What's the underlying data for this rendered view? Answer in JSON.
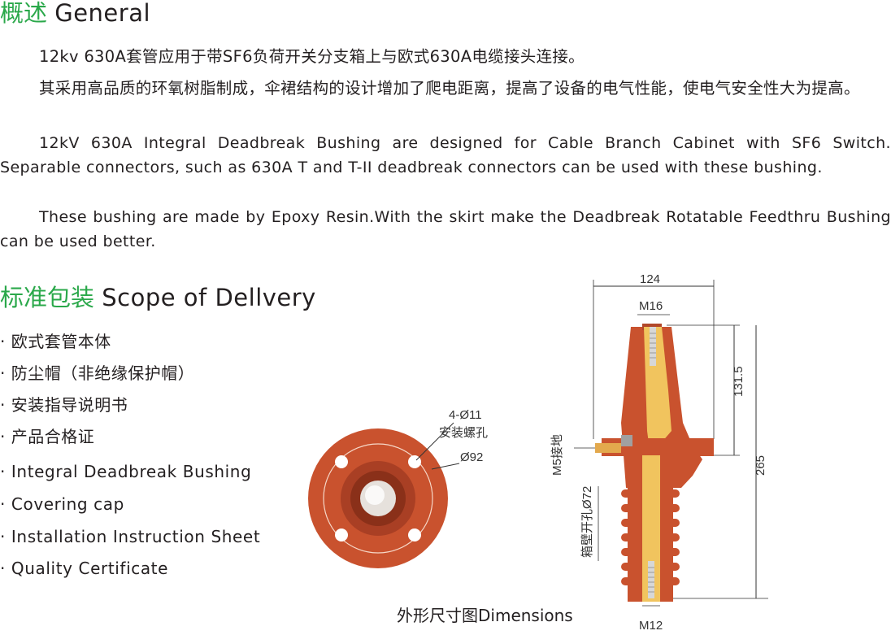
{
  "general": {
    "heading_cn": "概述",
    "heading_en": "General",
    "para1": "12kv 630A套管应用于带SF6负荷开关分支箱上与欧式630A电缆接头连接。",
    "para2": "其采用高品质的环氧树脂制成，伞裙结构的设计增加了爬电距离，提高了设备的电气性能，使电气安全性大为提高。",
    "para3": "12kV 630A Integral Deadbreak Bushing are designed for Cable Branch Cabinet with SF6 Switch. Separable connectors, such as 630A T and T-II deadbreak  connectors can be used with these bushing.",
    "para4": "These bushing are made by Epoxy Resin.With the skirt make the Deadbreak Rotatable Feedthru Bushing can be used better."
  },
  "delivery": {
    "heading_cn": "标准包装",
    "heading_en": "Scope of Dellvery",
    "items_cn": [
      "· 欧式套管本体",
      "· 防尘帽（非绝缘保护帽）",
      "· 安装指导说明书",
      "· 产品合格证"
    ],
    "items_en": [
      "· Integral Deadbreak Bushing",
      "· Covering cap",
      "· Installation Instruction Sheet",
      "· Quality Certificate"
    ]
  },
  "figure": {
    "caption": "外形尺寸图Dimensions",
    "flange_labels": {
      "holes": "4-Ø11",
      "holes_cn": "安装螺孔",
      "circle": "Ø92"
    },
    "dims": {
      "width": "124",
      "top_thread": "M16",
      "upper_height": "131.5",
      "total_height": "265",
      "ground": "M5接地",
      "wall_hole": "箱壁开孔Ø72",
      "bottom_thread": "M12"
    },
    "colors": {
      "body": "#c9522e",
      "core": "#f1c45e",
      "accent": "#2aa84a"
    }
  }
}
